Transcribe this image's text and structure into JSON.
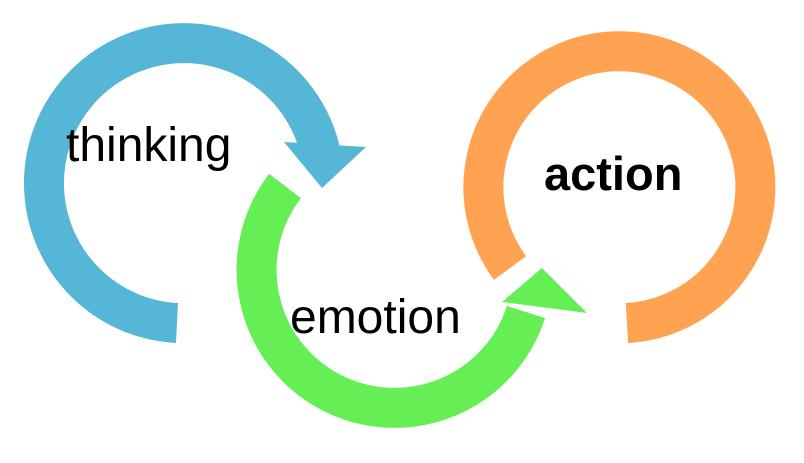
{
  "diagram": {
    "labels": {
      "thinking": "thinking",
      "emotion": "emotion",
      "action": "action"
    },
    "colors": {
      "thinking_loop": "#55b6d6",
      "emotion_loop": "#66ee55",
      "action_loop": "#ffa252",
      "text": "#000000",
      "background": "#ffffff"
    }
  }
}
